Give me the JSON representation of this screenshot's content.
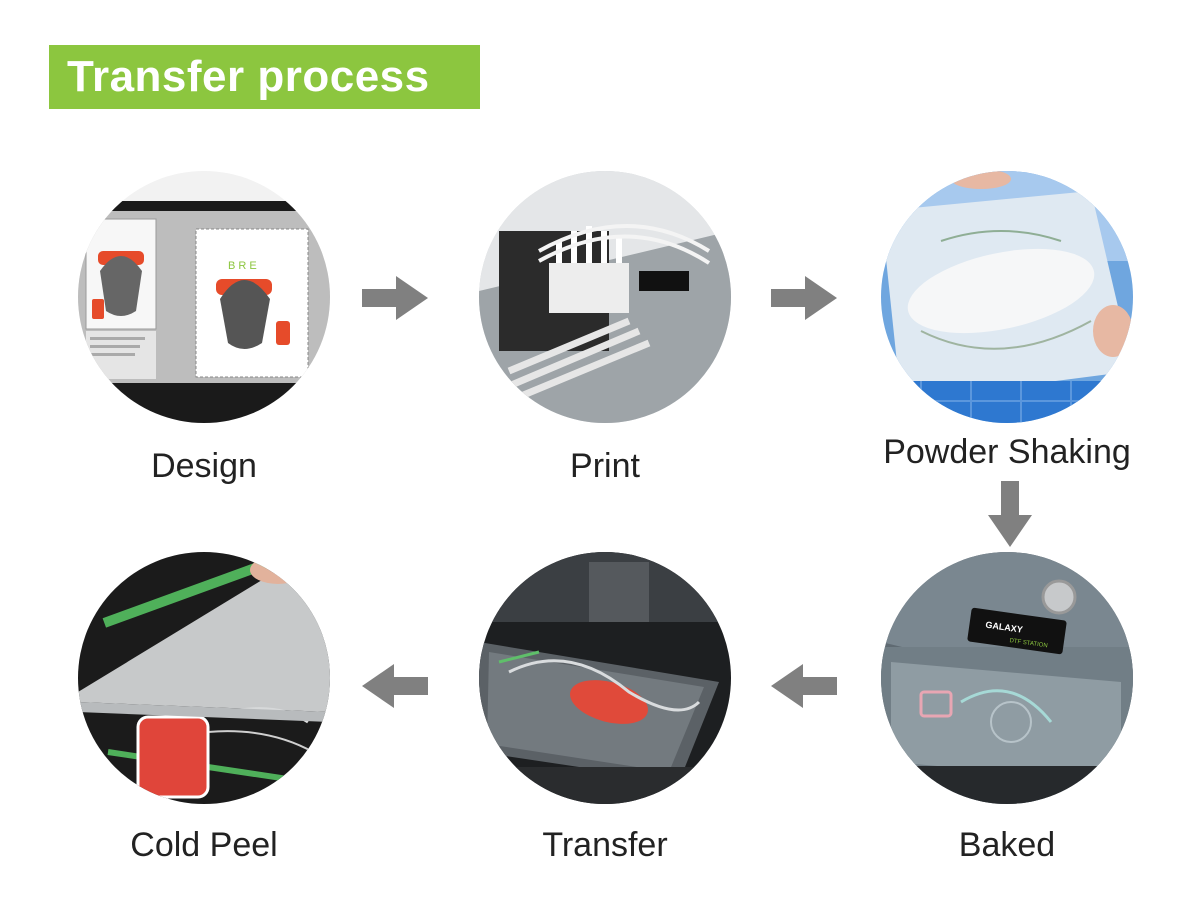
{
  "title": "Transfer process",
  "colors": {
    "accent": "#8cc63f",
    "arrow": "#808080",
    "text": "#222222"
  },
  "steps": [
    {
      "id": "design",
      "label": "Design"
    },
    {
      "id": "print",
      "label": "Print"
    },
    {
      "id": "powder",
      "label": "Powder Shaking"
    },
    {
      "id": "baked",
      "label": "Baked"
    },
    {
      "id": "transfer",
      "label": "Transfer"
    },
    {
      "id": "peel",
      "label": "Cold Peel"
    }
  ],
  "brand": {
    "name": "GALAXY",
    "sub": "DTF STATION"
  }
}
